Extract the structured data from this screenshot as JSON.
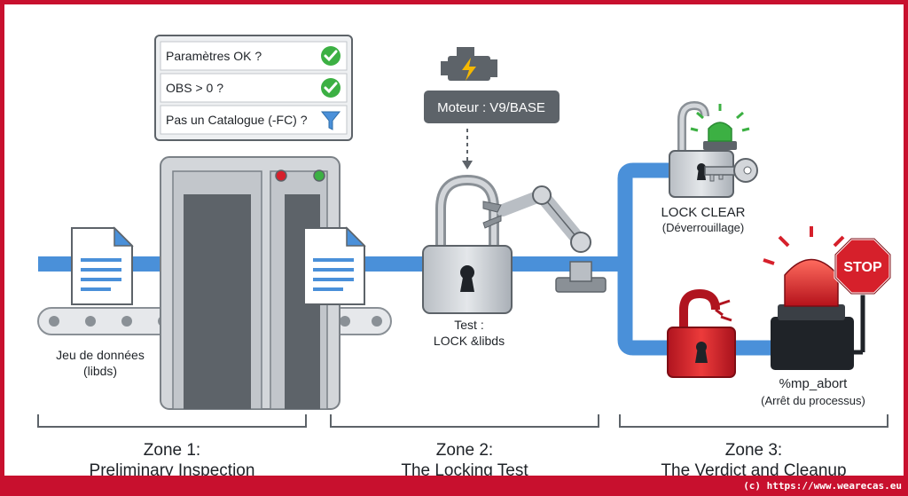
{
  "checklist": {
    "items": [
      {
        "label": "Paramètres OK ?",
        "status": "check-icon"
      },
      {
        "label": "OBS > 0 ?",
        "status": "check-icon"
      },
      {
        "label": "Pas un Catalogue (-FC) ?",
        "status": "filter-icon"
      }
    ]
  },
  "engine": {
    "label": "Moteur : V9/BASE"
  },
  "dataset": {
    "line1": "Jeu de données",
    "line2": "(libds)"
  },
  "test": {
    "line1": "Test :",
    "line2": "LOCK &libds"
  },
  "lock_clear": {
    "title": "LOCK CLEAR",
    "subtitle": "(Déverrouillage)"
  },
  "abort": {
    "title": "%mp_abort",
    "subtitle": "(Arrêt du processus)",
    "stop_sign": "STOP"
  },
  "zones": [
    {
      "line1": "Zone 1:",
      "line2": "Preliminary Inspection"
    },
    {
      "line1": "Zone 2:",
      "line2": "The Locking Test"
    },
    {
      "line1": "Zone 3:",
      "line2": "The Verdict and Cleanup"
    }
  ],
  "footer": {
    "credit": "(c) https://www.wearecas.eu"
  },
  "colors": {
    "frame": "#c8102e",
    "belt": "#4a90d9",
    "green": "#3cb043",
    "red": "#d6202b",
    "gray": "#9aa0a6"
  }
}
